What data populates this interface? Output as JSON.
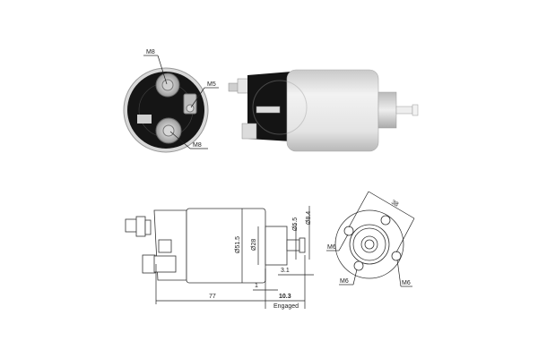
{
  "photo_end_view": {
    "labels": {
      "top_terminal": "M8",
      "side_terminal": "M5",
      "bottom_terminal": "M8"
    }
  },
  "drawing_side_view": {
    "dimensions": {
      "body_diameter": "Ø51.5",
      "flange_diameter": "Ø28",
      "plunger_diameter": "Ø5.5",
      "tip_diameter": "Ø8.4",
      "overall_length": "77",
      "step": "1",
      "tip_length": "3.1",
      "engaged_travel": "10.3",
      "engaged_label": "Engaged"
    }
  },
  "drawing_front_view": {
    "dimensions": {
      "bolt_spacing": "38"
    },
    "labels": {
      "hole_left": "M6",
      "hole_bottom": "M6",
      "hole_right": "M6"
    }
  },
  "colors": {
    "line": "#222222",
    "terminal_housing": "#1a1a1a",
    "body_silver": "#e6e6e6"
  }
}
